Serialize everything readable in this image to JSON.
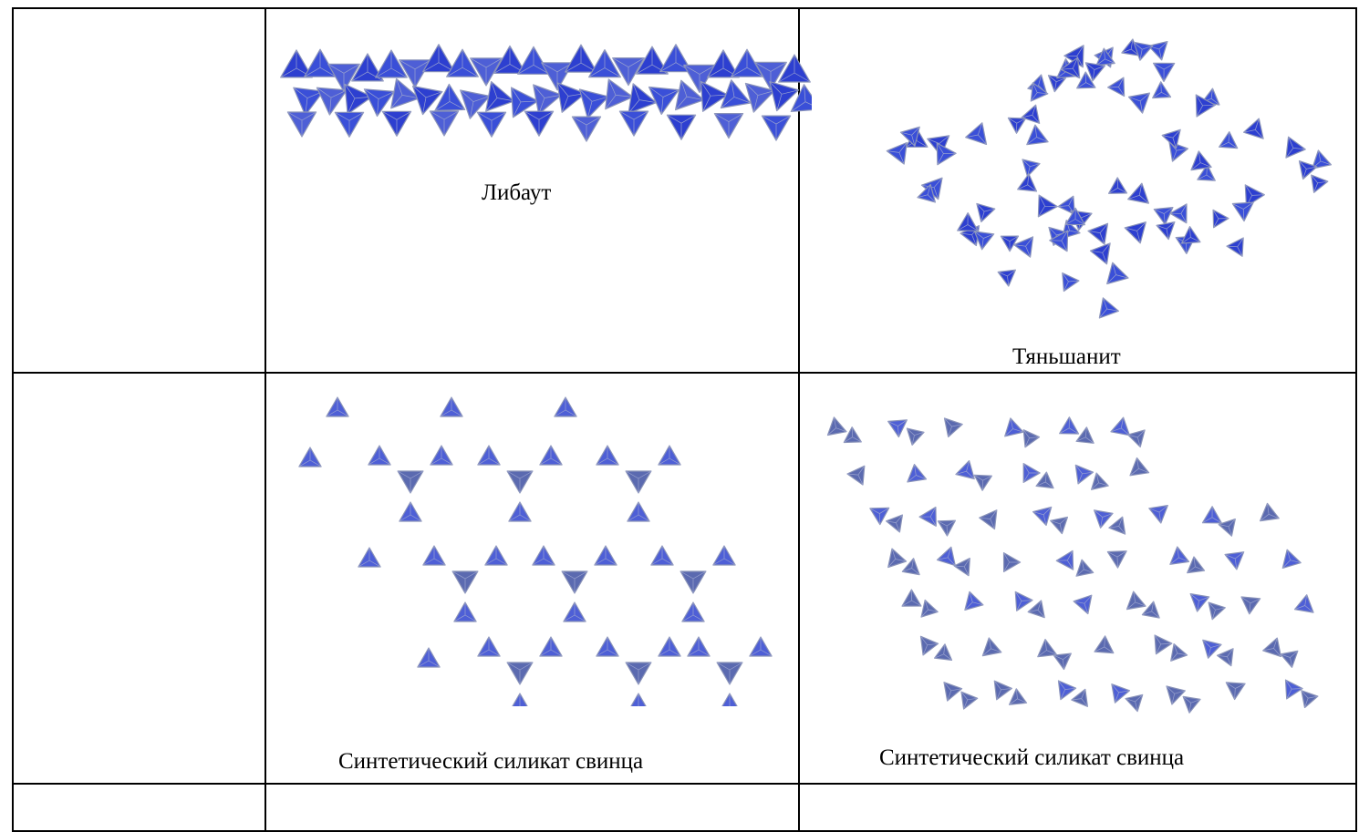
{
  "table": {
    "rows": [
      {
        "left": "",
        "middle": {
          "caption": "Либаут",
          "figure_icon": "tetrahedra-chain-ribbon"
        },
        "right": {
          "caption": "Тяньшанит",
          "figure_icon": "tetrahedra-ring-network"
        }
      },
      {
        "left": "",
        "middle": {
          "caption": "Синтетический силикат свинца",
          "figure_icon": "tetrahedra-triads-pattern"
        },
        "right": {
          "caption": "Синтетический силикат свинца",
          "figure_icon": "tetrahedra-layer-pattern"
        }
      },
      {
        "left": "",
        "middle": {
          "caption": ""
        },
        "right": {
          "caption": ""
        }
      }
    ]
  },
  "colors": {
    "tetra_dark": "#2d3fd0",
    "tetra_mid": "#3a4fd8",
    "tetra_light": "#4e5fd6",
    "tetra_grey": "#5b6ab0",
    "border": "#000000"
  }
}
